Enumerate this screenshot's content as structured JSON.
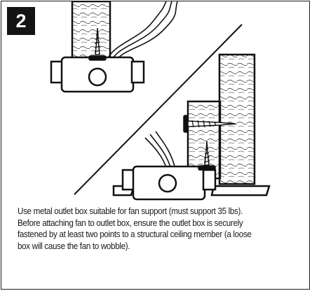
{
  "step": {
    "number": "2"
  },
  "illustration": {
    "top_view": [
      "outlet-box",
      "ceiling-joist",
      "screw",
      "wires"
    ],
    "bottom_view": [
      "outlet-box",
      "ceiling-joist",
      "support-block",
      "screws",
      "wires",
      "ceiling"
    ]
  },
  "caption": {
    "paragraph_1": "Use metal outlet box suitable for fan support (must support 35 lbs).",
    "lines": [
      "Before attaching fan to outlet box, ensure the outlet box is securely",
      "fastened by at least two points to a structural ceiling member (a loose",
      "box will cause the fan to wobble)."
    ]
  }
}
